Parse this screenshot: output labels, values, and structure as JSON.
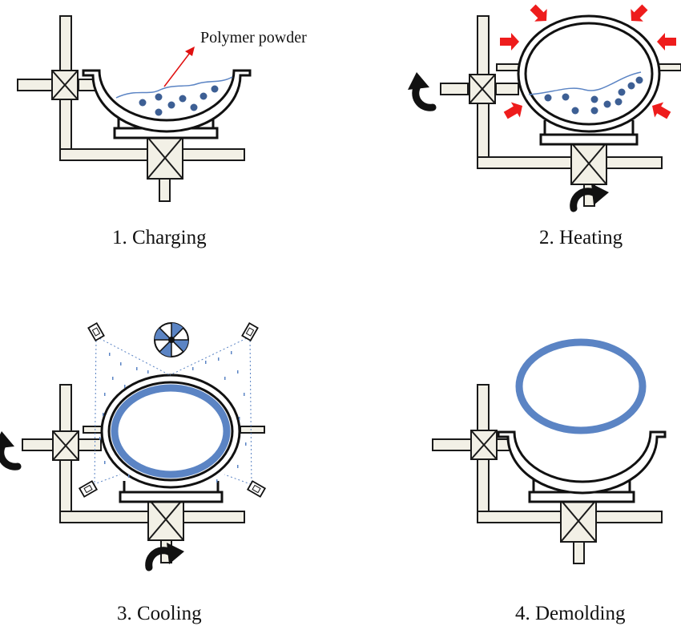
{
  "panels": {
    "charging": {
      "caption": "1. Charging",
      "annotation": "Polymer powder"
    },
    "heating": {
      "caption": "2. Heating"
    },
    "cooling": {
      "caption": "3. Cooling"
    },
    "demolding": {
      "caption": "4. Demolding"
    }
  },
  "colors": {
    "frame_fill": "#f2f0e6",
    "line": "#111111",
    "powder": "#3d5f94",
    "part": "#5b84c4",
    "heat_arrow": "#ee1c1c",
    "mist": "#5b84c4",
    "annotation_arrow": "#e01010"
  },
  "icons": [
    "rotation-arrow-icon",
    "heat-arrow-icon",
    "fan-icon",
    "nozzle-icon",
    "bearing-box-icon"
  ]
}
